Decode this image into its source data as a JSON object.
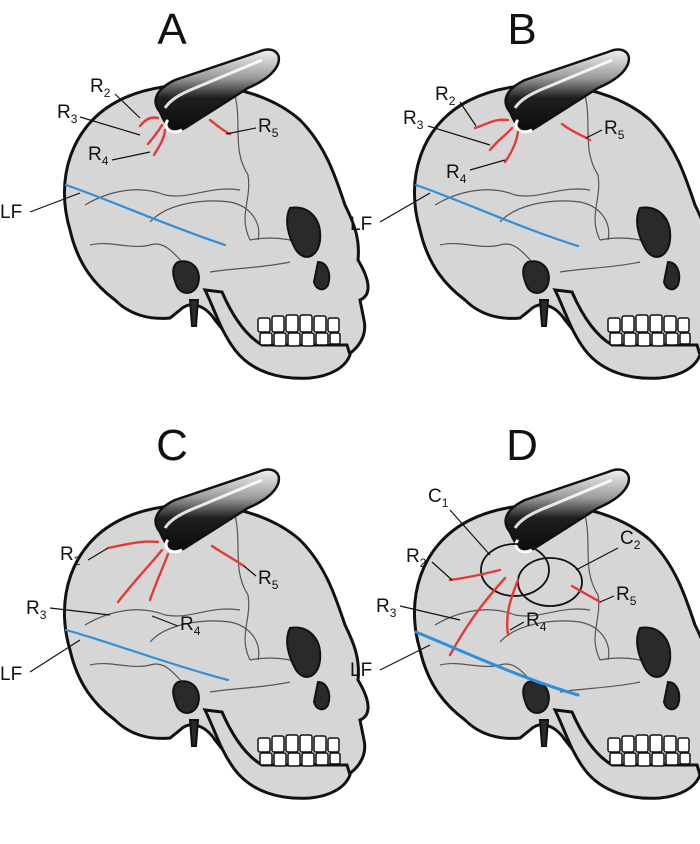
{
  "panels": [
    {
      "id": "A",
      "letter": "A",
      "labels": {
        "R2": "R",
        "R3": "R",
        "R4": "R",
        "R5": "R",
        "LF": "LF"
      },
      "subs": {
        "R2": "2",
        "R3": "3",
        "R4": "4",
        "R5": "5"
      }
    },
    {
      "id": "B",
      "letter": "B",
      "labels": {
        "R2": "R",
        "R3": "R",
        "R4": "R",
        "R5": "R",
        "LF": "LF"
      },
      "subs": {
        "R2": "2",
        "R3": "3",
        "R4": "4",
        "R5": "5"
      }
    },
    {
      "id": "C",
      "letter": "C",
      "labels": {
        "R2": "R",
        "R3": "R",
        "R4": "R",
        "R5": "R",
        "LF": "LF"
      },
      "subs": {
        "R2": "2",
        "R3": "3",
        "R4": "4",
        "R5": "5"
      }
    },
    {
      "id": "D",
      "letter": "D",
      "labels": {
        "R2": "R",
        "R3": "R",
        "R4": "R",
        "R5": "R",
        "LF": "LF",
        "C1": "C",
        "C2": "C"
      },
      "subs": {
        "R2": "2",
        "R3": "3",
        "R4": "4",
        "R5": "5",
        "C1": "1",
        "C2": "2"
      }
    }
  ],
  "colors": {
    "radial_fracture": "#e53935",
    "linear_fracture": "#2f8fd8",
    "skull_fill": "#d6d6d6"
  }
}
